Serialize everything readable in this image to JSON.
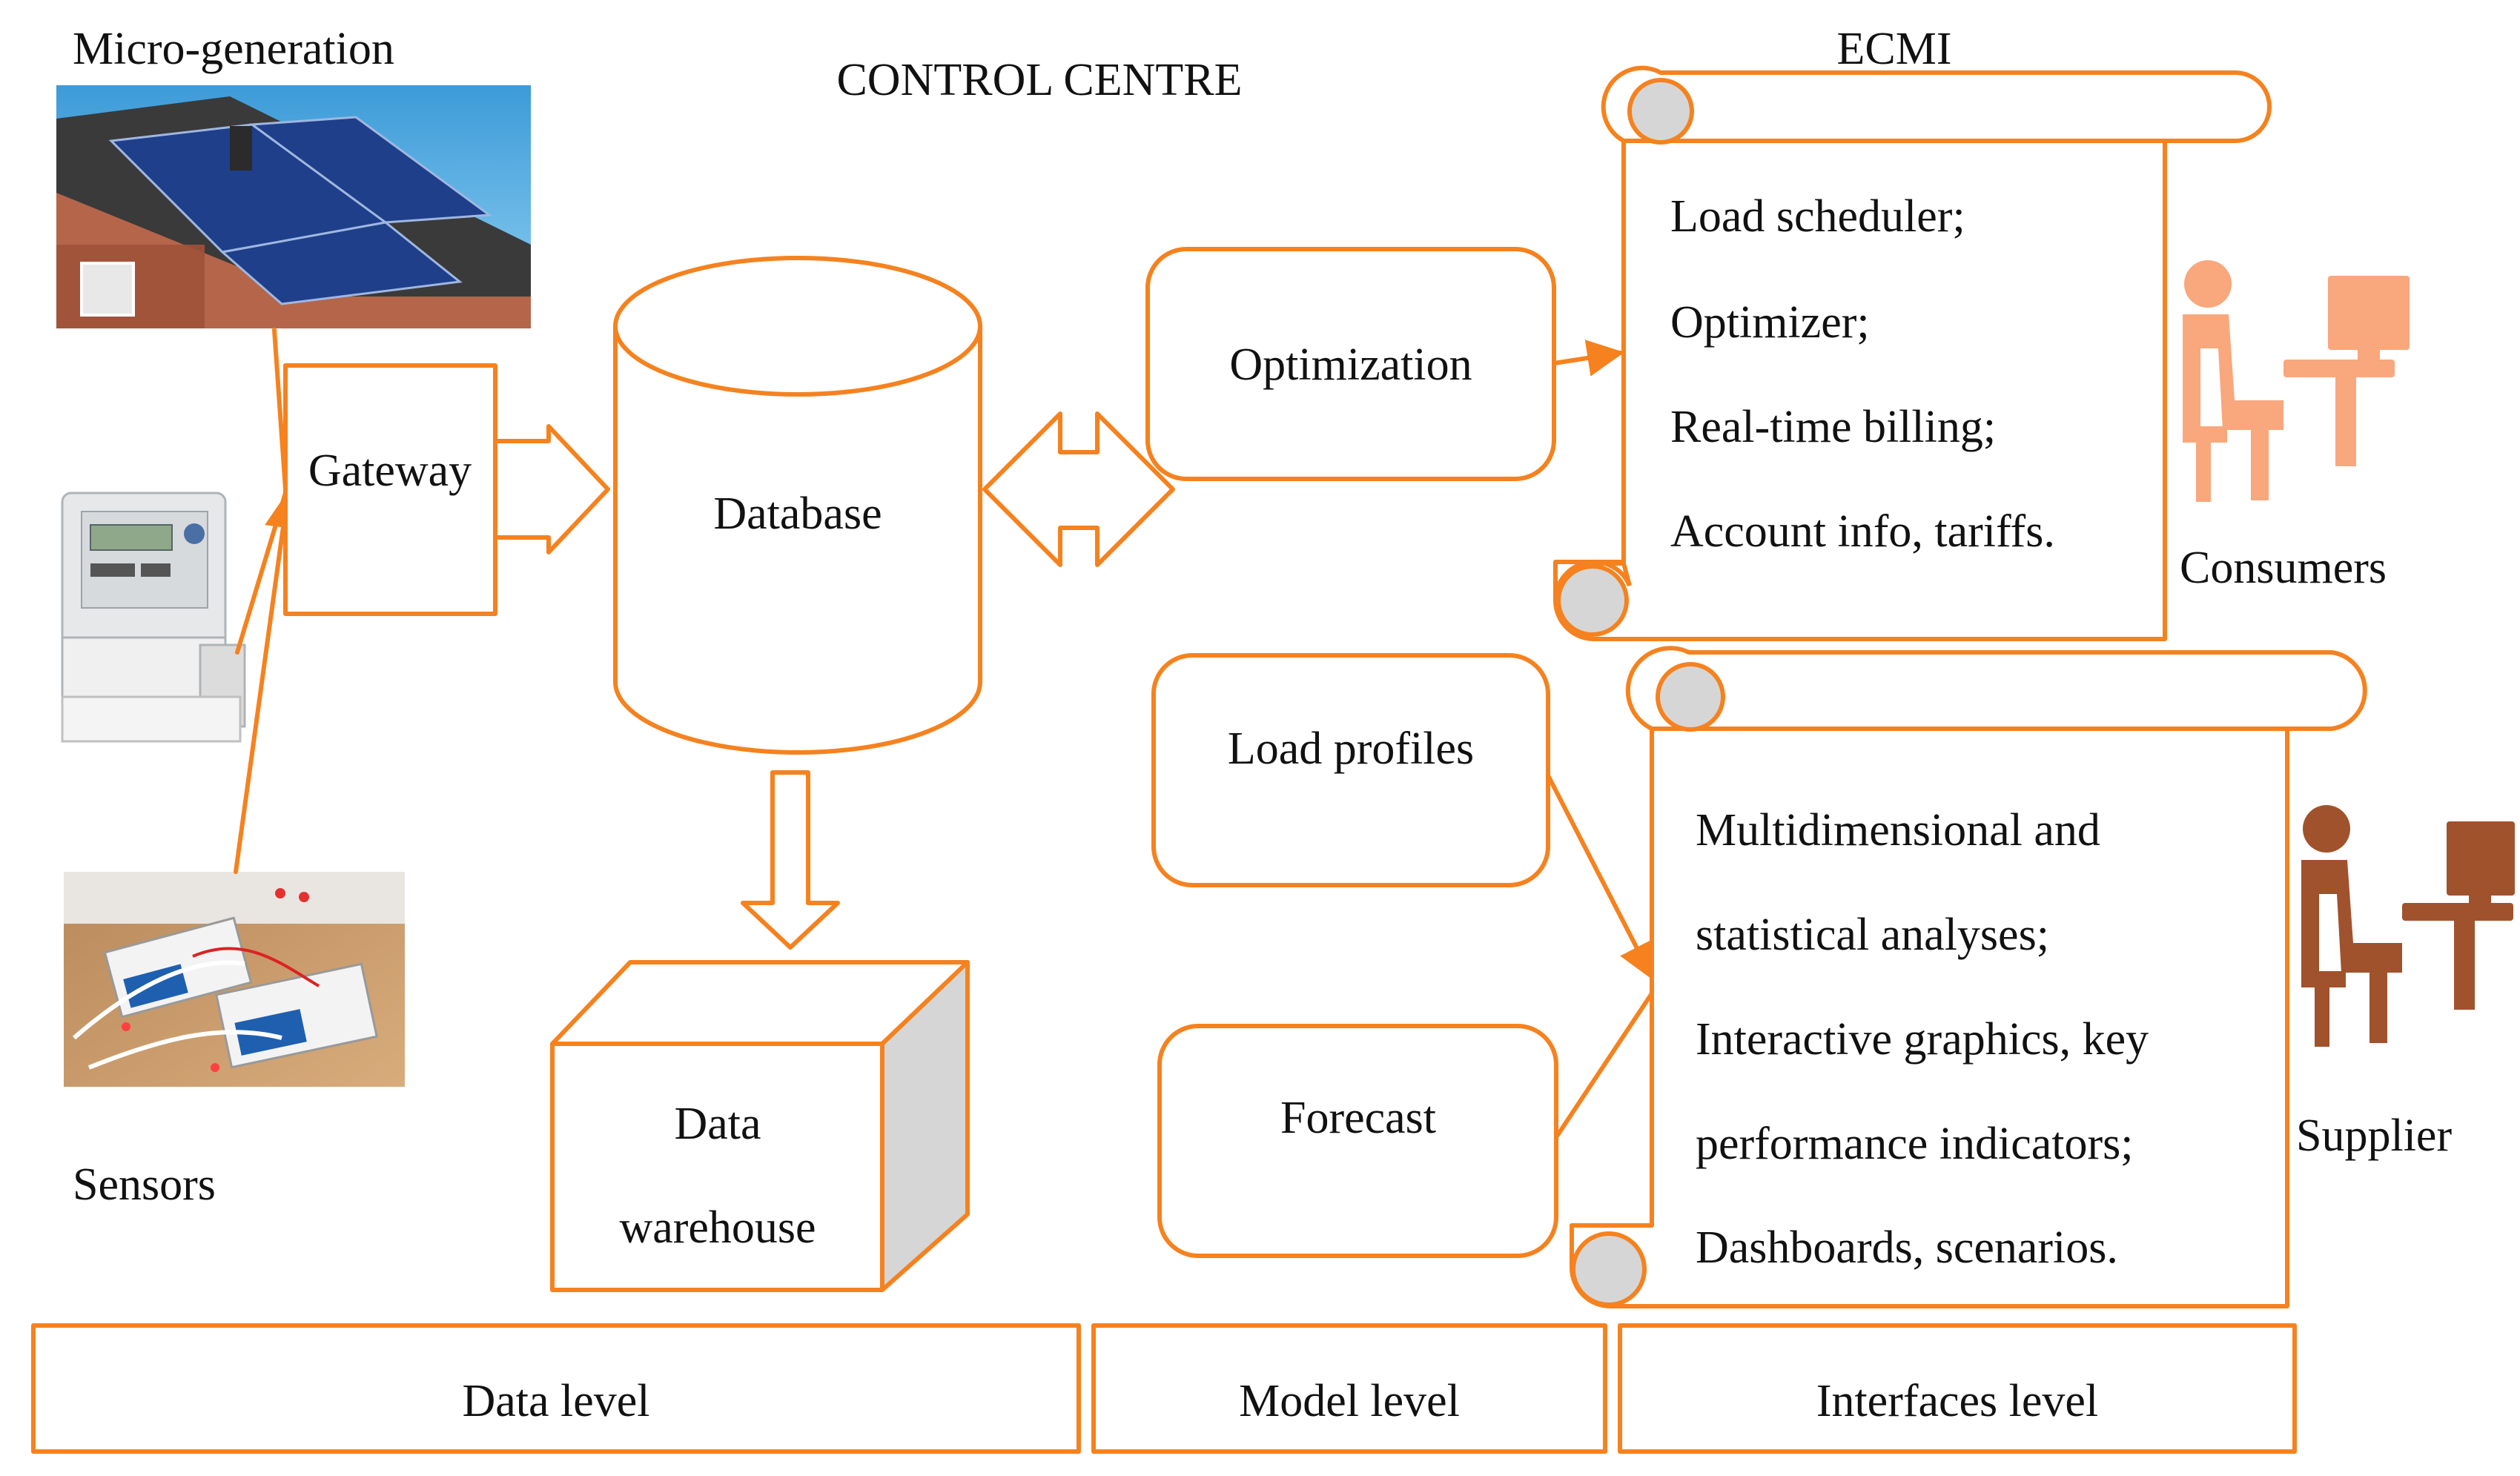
{
  "colors": {
    "accent": "#f5821f",
    "consumer_icon": "#f9a77c",
    "supplier_icon": "#a0522d",
    "shade": "#d6d6d6"
  },
  "headings": {
    "micro_generation": "Micro-generation",
    "control_centre": "CONTROL CENTRE",
    "ecmi": "ECMI",
    "sensors": "Sensors"
  },
  "nodes": {
    "gateway": "Gateway",
    "database": "Database",
    "data_warehouse": [
      "Data",
      "warehouse"
    ],
    "optimization": "Optimization",
    "load_profiles": "Load profiles",
    "forecast": "Forecast"
  },
  "consumer_panel": {
    "items": [
      "Load scheduler;",
      "Optimizer;",
      "Real-time billing;",
      "Account info, tariffs."
    ],
    "role": "Consumers",
    "icon": "person-at-computer-icon"
  },
  "supplier_panel": {
    "items": [
      "Multidimensional and",
      "statistical analyses;",
      "Interactive graphics, key",
      "performance indicators;",
      "Dashboards, scenarios."
    ],
    "role": "Supplier",
    "icon": "person-at-computer-icon"
  },
  "levels": [
    "Data level",
    "Model level",
    "Interfaces level"
  ],
  "photos": {
    "solar": "solar-roof-photo",
    "meter": "smart-meter-photo",
    "sensors": "sensor-boards-photo"
  }
}
